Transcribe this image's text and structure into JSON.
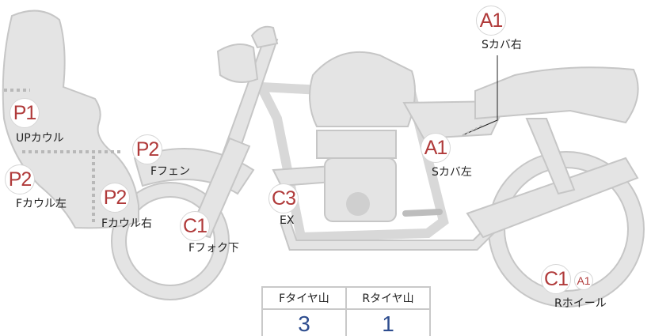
{
  "colors": {
    "part_fill": "#e4e4e4",
    "part_stroke": "#c6c6c6",
    "code": "#b03a3a",
    "value": "#2e4d8f"
  },
  "parts": [
    {
      "code": "P1",
      "name": "UPカウル"
    },
    {
      "code": "P2",
      "name": "Fフェン"
    },
    {
      "code": "P2",
      "name": "Fカウル左"
    },
    {
      "code": "P2",
      "name": "Fカウル右"
    },
    {
      "code": "C1",
      "name": "Fフォク下"
    },
    {
      "code": "C3",
      "name": "EX"
    },
    {
      "code": "A1",
      "name": "Sカバ左"
    },
    {
      "code": "A1",
      "name": "Sカバ右"
    },
    {
      "code": "C1",
      "code2": "A1",
      "name": "Rホイール"
    }
  ],
  "tire_table": {
    "headers": [
      "Fタイヤ山",
      "Rタイヤ山"
    ],
    "values": [
      "3",
      "1"
    ]
  }
}
